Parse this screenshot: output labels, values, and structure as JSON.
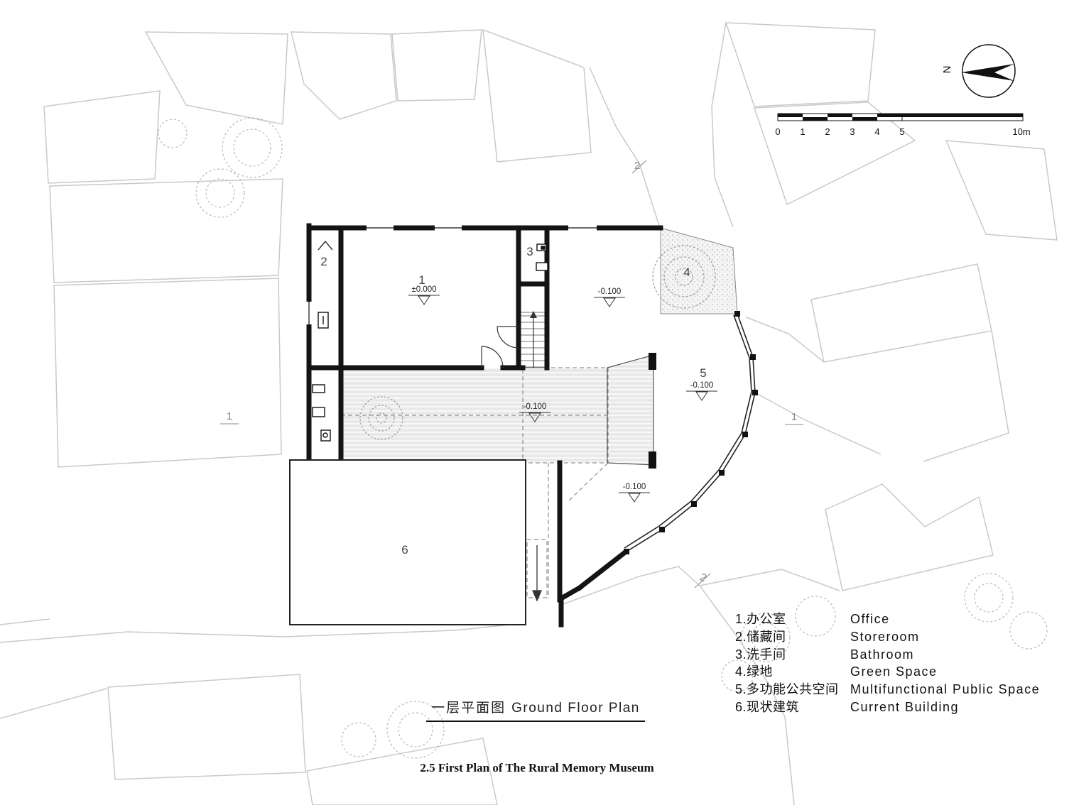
{
  "north": {
    "label": "N"
  },
  "scale_bar": {
    "ticks": [
      "0",
      "1",
      "2",
      "3",
      "4",
      "5"
    ],
    "end_label": "10m"
  },
  "plan": {
    "rooms": {
      "r1": "1",
      "r2": "2",
      "r3": "3",
      "r4": "4",
      "r5": "5",
      "r6": "6"
    },
    "levels": {
      "zero": "±0.000",
      "minus": "-0.100"
    },
    "section_markers": {
      "s1": "1",
      "s2": "2"
    }
  },
  "legend": {
    "items": [
      {
        "zh": "1.办公室",
        "en": "Office"
      },
      {
        "zh": "2.储藏间",
        "en": "Storeroom"
      },
      {
        "zh": "3.洗手间",
        "en": "Bathroom"
      },
      {
        "zh": "4.绿地",
        "en": "Green Space"
      },
      {
        "zh": "5.多功能公共空间",
        "en": "Multifunctional Public Space"
      },
      {
        "zh": "6.现状建筑",
        "en": "Current Building"
      }
    ]
  },
  "title": {
    "zh": "一层平面图",
    "en": "Ground Floor Plan"
  },
  "caption": "2.5 First Plan of The Rural Memory Museum"
}
